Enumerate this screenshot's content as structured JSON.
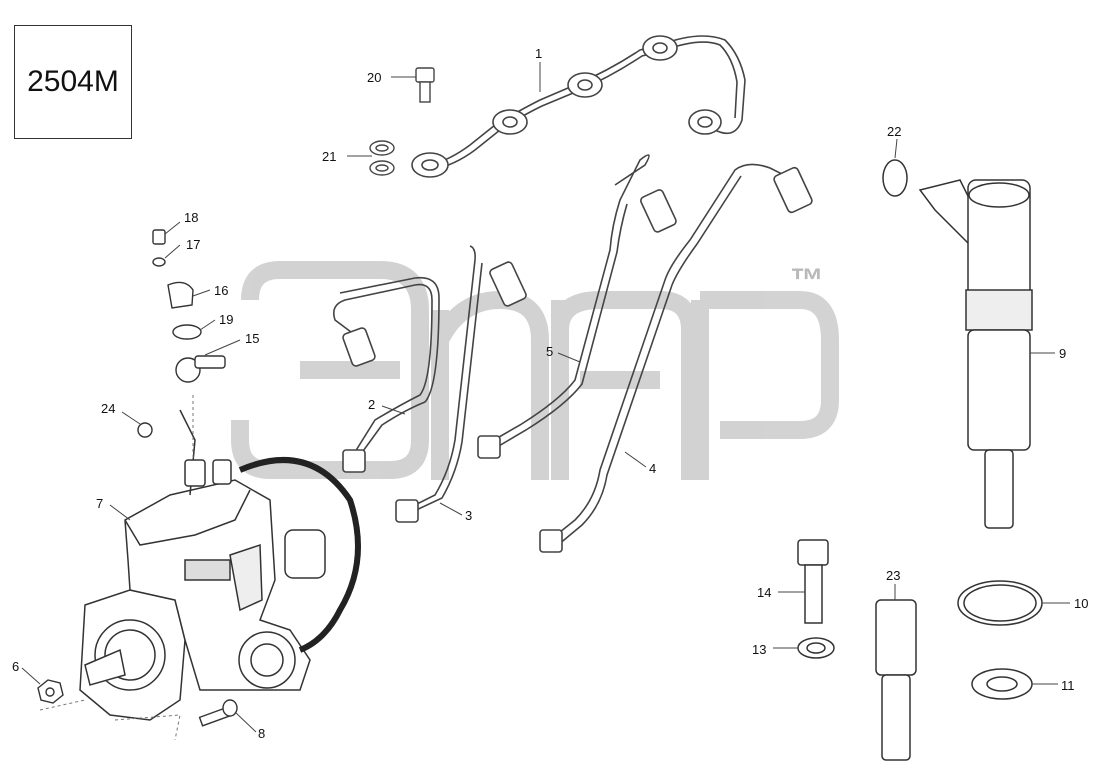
{
  "diagram": {
    "code": "2504M",
    "watermark": "™",
    "callouts": [
      {
        "id": "c1",
        "text": "1"
      },
      {
        "id": "c2",
        "text": "2"
      },
      {
        "id": "c3",
        "text": "3"
      },
      {
        "id": "c4",
        "text": "4"
      },
      {
        "id": "c5",
        "text": "5"
      },
      {
        "id": "c6",
        "text": "6"
      },
      {
        "id": "c7",
        "text": "7"
      },
      {
        "id": "c8",
        "text": "8"
      },
      {
        "id": "c9",
        "text": "9"
      },
      {
        "id": "c10",
        "text": "10"
      },
      {
        "id": "c11",
        "text": "11"
      },
      {
        "id": "c13",
        "text": "13"
      },
      {
        "id": "c14",
        "text": "14"
      },
      {
        "id": "c15",
        "text": "15"
      },
      {
        "id": "c16",
        "text": "16"
      },
      {
        "id": "c17",
        "text": "17"
      },
      {
        "id": "c18",
        "text": "18"
      },
      {
        "id": "c19",
        "text": "19"
      },
      {
        "id": "c20",
        "text": "20"
      },
      {
        "id": "c21",
        "text": "21"
      },
      {
        "id": "c22",
        "text": "22"
      },
      {
        "id": "c23",
        "text": "23"
      },
      {
        "id": "c24",
        "text": "24"
      }
    ]
  }
}
